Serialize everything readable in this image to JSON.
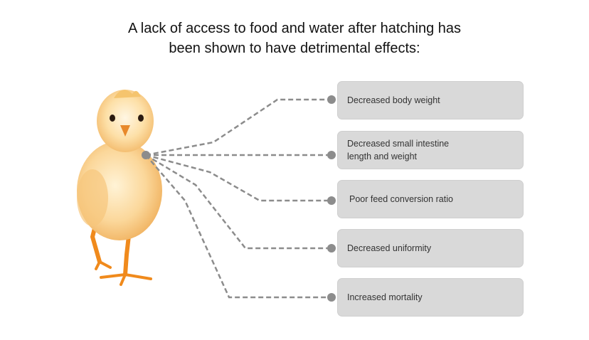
{
  "title": {
    "line1": "A lack of access to food and water after hatching has",
    "line2": "been shown to have detrimental effects:"
  },
  "effects": [
    {
      "lines": [
        "Decreased body weight"
      ]
    },
    {
      "lines": [
        "Decreased small intestine",
        "length and weight"
      ]
    },
    {
      "lines": [
        "Poor feed conversion ratio"
      ]
    },
    {
      "lines": [
        "Decreased uniformity"
      ]
    },
    {
      "lines": [
        "Increased mortality"
      ]
    }
  ],
  "colors": {
    "box_fill": "#d9d9d9",
    "connector": "#8c8c8c",
    "chick_body": "#f7c878",
    "chick_legs": "#f08a1c"
  },
  "icons": [
    "chick-illustration"
  ]
}
